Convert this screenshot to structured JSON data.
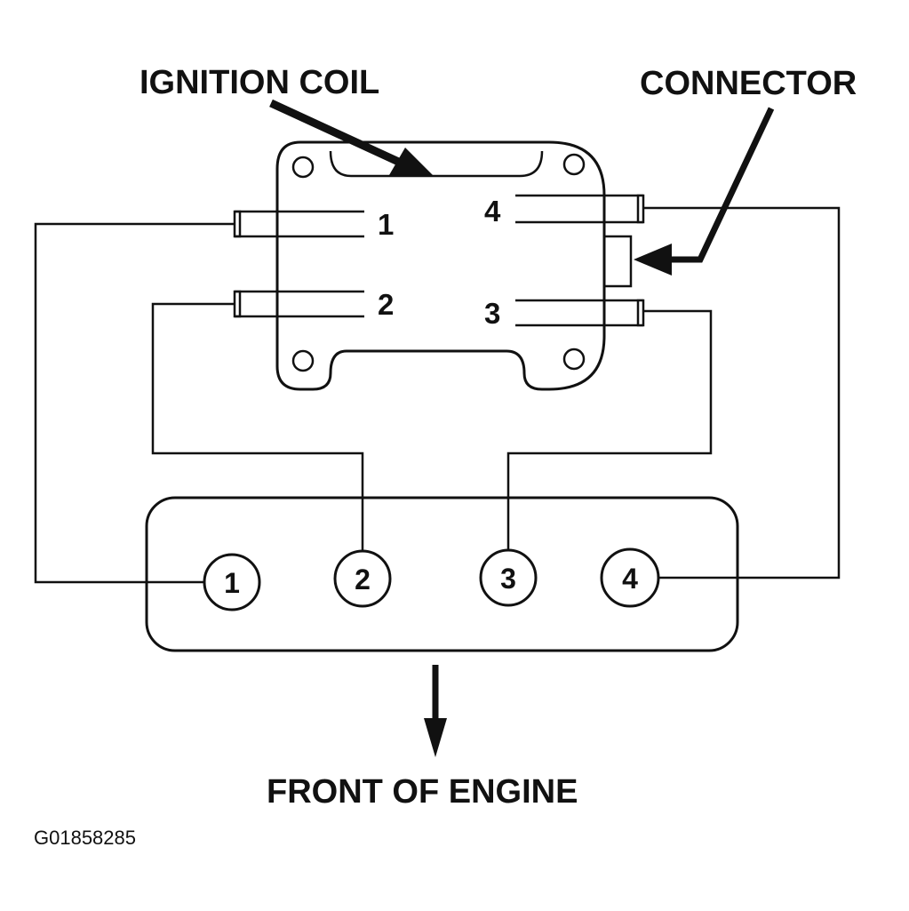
{
  "labels": {
    "ignition_coil": "IGNITION COIL",
    "connector": "CONNECTOR",
    "front_of_engine": "FRONT OF ENGINE",
    "figure_code": "G01858285"
  },
  "coil_terminals": [
    "1",
    "2",
    "3",
    "4"
  ],
  "cylinders": [
    "1",
    "2",
    "3",
    "4"
  ]
}
